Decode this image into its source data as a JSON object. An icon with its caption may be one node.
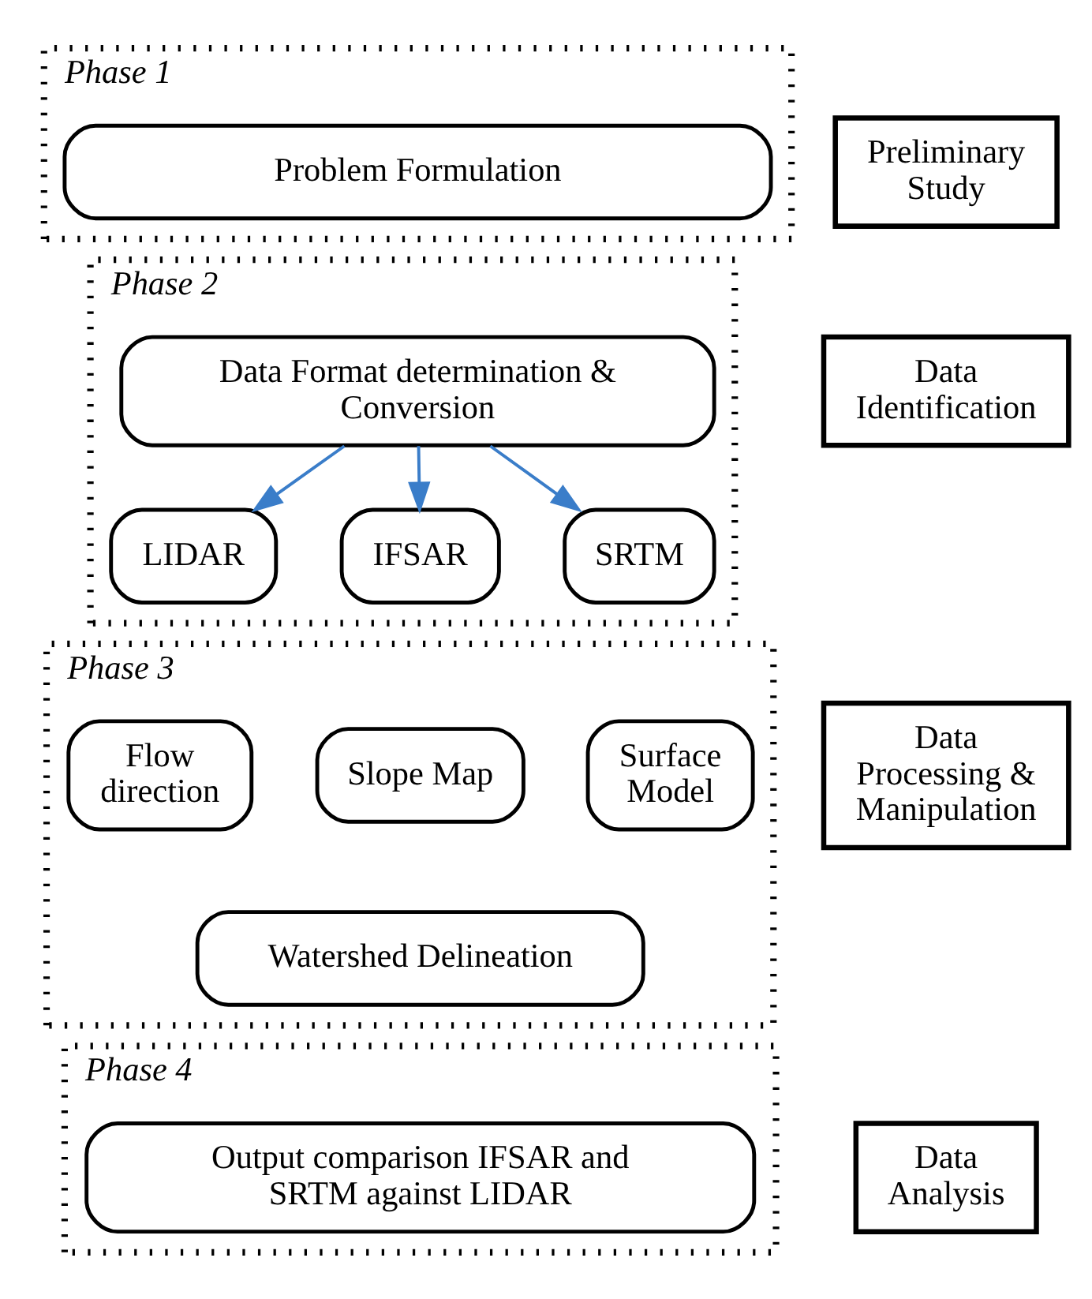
{
  "diagram": {
    "nodes": [
      {
        "text": [
          "Phase 1"
        ]
      },
      {
        "text": [
          "Preliminary Study"
        ]
      },
      {
        "text": [
          "Problem Formulation"
        ],
        "in": 0
      },
      {
        "text": [
          "Phase 2"
        ]
      },
      {
        "text": [
          "Data Identification"
        ]
      },
      {
        "text": [
          "Data Format determination & Conversion"
        ],
        "in": 3
      },
      {
        "text": [
          "LIDAR"
        ],
        "in": 3
      },
      {
        "text": [
          "IFSAR"
        ],
        "in": 3
      },
      {
        "text": [
          "SRTM"
        ],
        "in": 3
      },
      {
        "text": [
          "Phase 3"
        ]
      },
      {
        "text": [
          "Data Processing & Manipulation"
        ]
      },
      {
        "text": [
          "Surface Model"
        ],
        "in": 9
      },
      {
        "text": [
          "Slope Map"
        ],
        "in": 9
      },
      {
        "text": [
          "Flow direction"
        ],
        "in": 9
      },
      {
        "text": [
          "Watershed Delineation"
        ],
        "in": 9
      },
      {
        "text": [
          "Phase 4"
        ]
      },
      {
        "text": [
          "Data Analysis"
        ]
      },
      {
        "text": [
          "Output comparison IFSAR and SRTM against LIDAR"
        ],
        "in": 15
      }
    ],
    "edges": [
      {
        "from": 5,
        "to": 6,
        "arrow": "to"
      },
      {
        "from": 5,
        "to": 7,
        "arrow": "to"
      },
      {
        "from": 5,
        "to": 8,
        "arrow": "to"
      }
    ]
  }
}
